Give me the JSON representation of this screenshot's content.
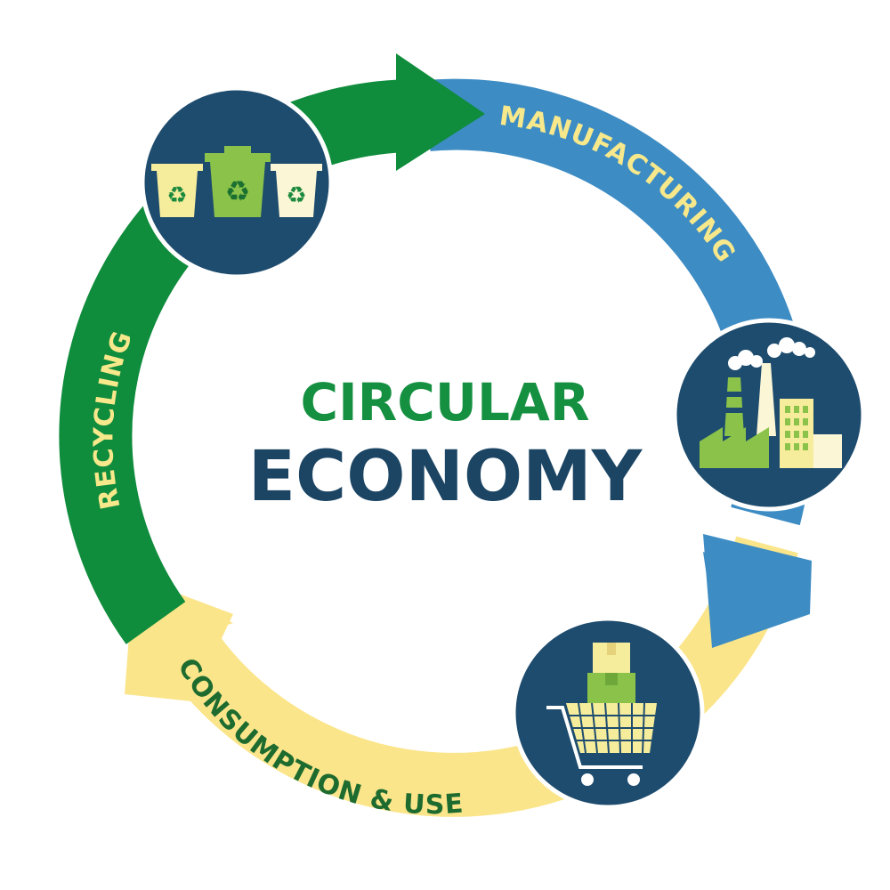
{
  "title": {
    "line1": "CIRCULAR",
    "line2": "ECONOMY"
  },
  "stages": [
    {
      "label": "MANUFACTURING",
      "icon": "factory-icon"
    },
    {
      "label": "CONSUMPTION & USE",
      "icon": "shopping-cart-icon"
    },
    {
      "label": "RECYCLING",
      "icon": "recycling-bins-icon"
    }
  ],
  "colors": {
    "green": "#0f8c3c",
    "blue": "#3d8cc4",
    "yellow": "#fbe58a",
    "navy": "#1e4c6e",
    "label_on_dark": "#f7e88b",
    "label_on_light": "#1d6b2f",
    "title_green": "#159041",
    "title_navy": "#1c4564"
  }
}
